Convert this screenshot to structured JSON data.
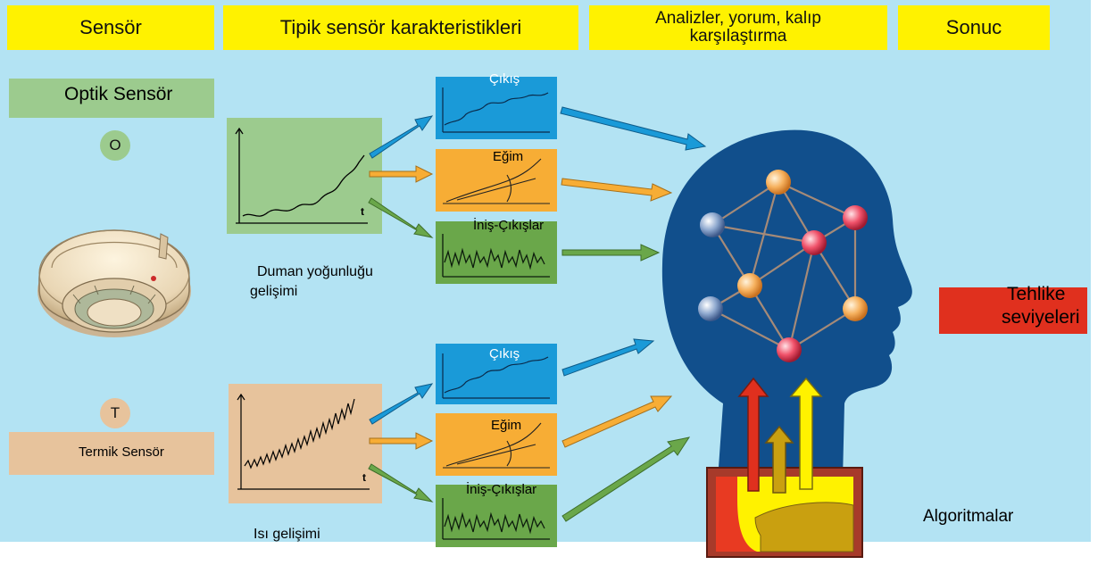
{
  "headers": {
    "sensor": "Sensör",
    "characteristics": "Tipik sensör karakteristikleri",
    "analysis_line1": "Analizler, yorum, kalıp",
    "analysis_line2": "karşılaştırma",
    "result": "Sonuc"
  },
  "optical": {
    "label": "Optik Sensör",
    "symbol": "O",
    "caption_line1": "Duman yoğunluğu",
    "caption_line2": "gelişimi",
    "axis_t": "t",
    "panels": {
      "output": "Çıkış",
      "slope": "Eğim",
      "fluctuation": "İniş-Çıkışlar"
    }
  },
  "thermal": {
    "label": "Termik Sensör",
    "symbol": "T",
    "caption": "Isı gelişimi",
    "axis_t": "t",
    "panels": {
      "output": "Çıkış",
      "slope": "Eğim",
      "fluctuation": "İniş-Çıkışlar"
    }
  },
  "result": {
    "line1": "Tehlike",
    "line2": "seviyeleri"
  },
  "algorithms": "Algoritmalar",
  "colors": {
    "background": "#b3e3f3",
    "header": "#fff200",
    "optical": "#9ccb8e",
    "thermal": "#e7c39c",
    "output_panel": "#1a9ad8",
    "slope_panel": "#f7ad35",
    "fluct_panel": "#6aa74a",
    "head": "#114f8c",
    "danger": "#e0301e"
  }
}
